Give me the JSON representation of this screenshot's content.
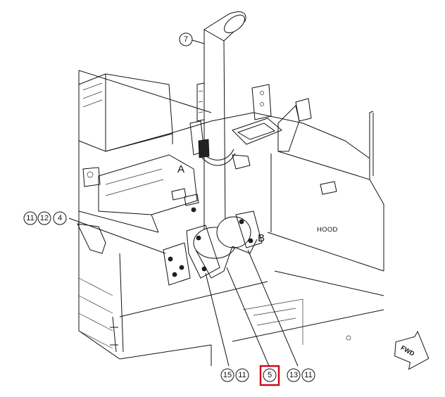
{
  "callouts": {
    "top": "7",
    "left": [
      "11",
      "12",
      "4"
    ],
    "bottom_left": [
      "15",
      "11"
    ],
    "highlighted": "5",
    "bottom_right": [
      "13",
      "11"
    ]
  },
  "labels": {
    "A": "A",
    "B": "B",
    "hood": "HOOD",
    "fwd": "FWD"
  },
  "colors": {
    "line": "#111111",
    "highlight": "#d0021b",
    "background": "#ffffff"
  }
}
